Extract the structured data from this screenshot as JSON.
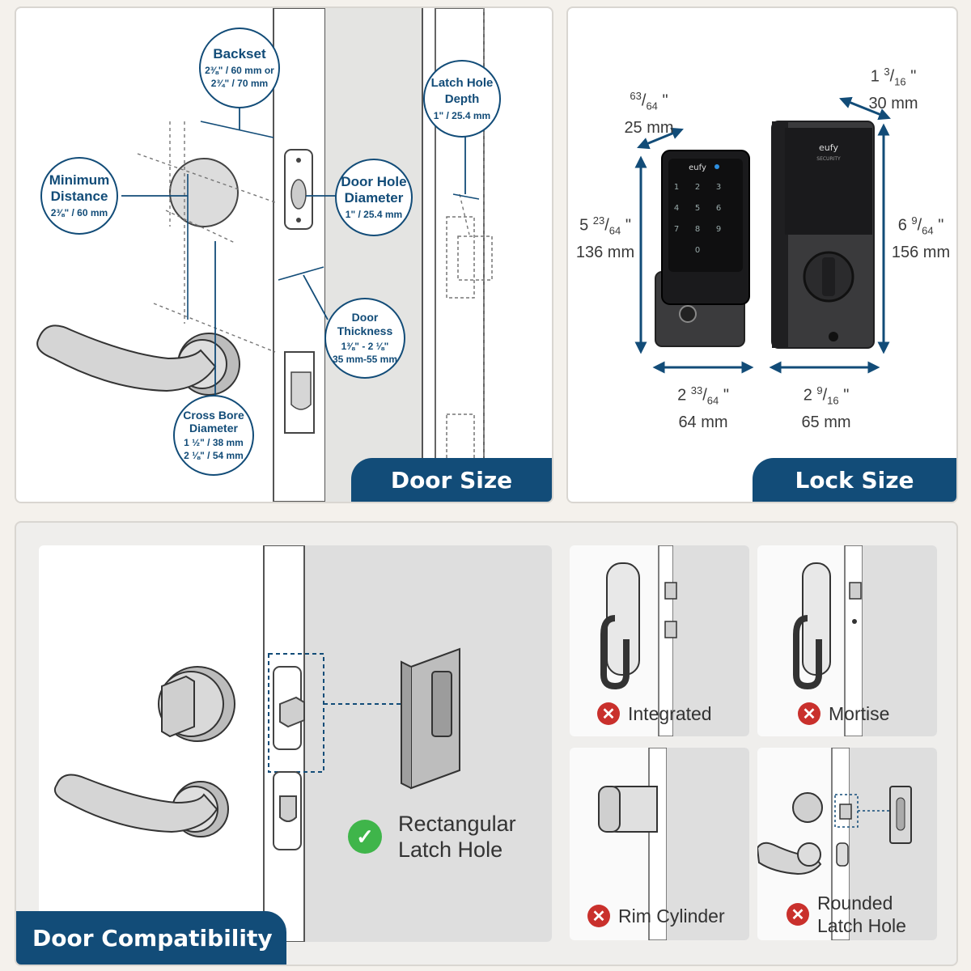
{
  "door_size": {
    "tab_label": "Door Size",
    "callouts": {
      "backset": {
        "title": "Backset",
        "line1": "2⅜\" / 60 mm or",
        "line2": "2¾\" / 70 mm"
      },
      "min_distance": {
        "title_line1": "Minimum",
        "title_line2": "Distance",
        "value": "2⅜\" / 60 mm"
      },
      "door_hole": {
        "title_line1": "Door Hole",
        "title_line2": "Diameter",
        "value": "1\" / 25.4 mm"
      },
      "latch_depth": {
        "title_line1": "Latch Hole",
        "title_line2": "Depth",
        "value": "1\" / 25.4 mm"
      },
      "door_thickness": {
        "title_line1": "Door",
        "title_line2": "Thickness",
        "line1": "1⅜\" - 2 ⅛\"",
        "line2": "35 mm-55 mm"
      },
      "cross_bore": {
        "title_line1": "Cross Bore",
        "title_line2": "Diameter",
        "line1": "1 ½\" / 38 mm",
        "line2": "2 ⅛\" / 54 mm"
      }
    }
  },
  "lock_size": {
    "tab_label": "Lock Size",
    "brand": "eufy",
    "brand_sub": "SECURITY",
    "keypad_keys": [
      "1",
      "2",
      "3",
      "4",
      "5",
      "6",
      "7",
      "8",
      "9",
      "0"
    ],
    "dims": {
      "depth_front": {
        "whole": "",
        "num": "63",
        "den": "64",
        "mm": "25 mm"
      },
      "depth_back": {
        "whole": "1",
        "num": "3",
        "den": "16",
        "mm": "30 mm"
      },
      "height_front": {
        "whole": "5",
        "num": "23",
        "den": "64",
        "mm": "136 mm"
      },
      "height_back": {
        "whole": "6",
        "num": "9",
        "den": "64",
        "mm": "156 mm"
      },
      "width_front": {
        "whole": "2",
        "num": "33",
        "den": "64",
        "mm": "64 mm"
      },
      "width_back": {
        "whole": "2",
        "num": "9",
        "den": "16",
        "mm": "65 mm"
      }
    }
  },
  "door_compatibility": {
    "tab_label": "Door Compatibility",
    "supported": {
      "line1": "Rectangular",
      "line2": "Latch Hole"
    },
    "unsupported": [
      {
        "label": "Integrated"
      },
      {
        "label": "Mortise"
      },
      {
        "label": "Rim Cylinder"
      },
      {
        "label_line1": "Rounded",
        "label_line2": "Latch Hole"
      }
    ],
    "check_symbol": "✓",
    "x_symbol": "✕"
  }
}
